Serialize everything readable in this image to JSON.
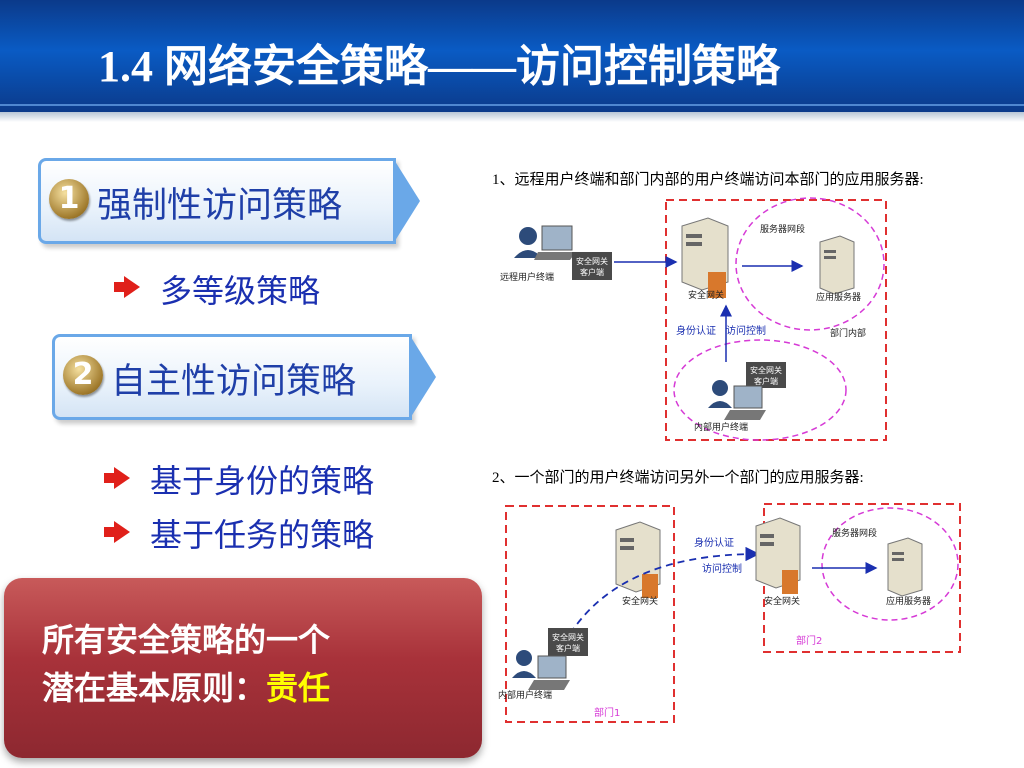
{
  "title": {
    "main": "1.4 网络安全策略——访问控制策略"
  },
  "strategies": [
    {
      "badge": "1",
      "label": "强制性访问策略",
      "items": [
        "多等级策略"
      ]
    },
    {
      "badge": "2",
      "label": "自主性访问策略",
      "items": [
        "基于身份的策略",
        "基于任务的策略"
      ]
    }
  ],
  "callout": {
    "line1": "所有安全策略的一个",
    "line2_prefix": "潜在基本原则：",
    "line2_highlight": "责任"
  },
  "diagram1": {
    "caption": "1、远程用户终端和部门内部的用户终端访问本部门的应用服务器:",
    "remote_user": "远程用户终端",
    "client_box_1": "安全网关",
    "client_box_2": "客户端",
    "gateway": "安全网关",
    "server_segment": "服务器网段",
    "app_server": "应用服务器",
    "auth": "身份认证",
    "access_control": "访问控制",
    "dept_inside": "部门内部",
    "internal_user": "内部用户终端"
  },
  "diagram2": {
    "caption": "2、一个部门的用户终端访问另外一个部门的应用服务器:",
    "auth": "身份认证",
    "access_control": "访问控制",
    "server_segment": "服务器网段",
    "gateway_left": "安全网关",
    "gateway_right": "安全网关",
    "app_server": "应用服务器",
    "dept2": "部门2",
    "client_box_1": "安全网关",
    "client_box_2": "客户端",
    "internal_user": "内部用户终端",
    "dept1": "部门1"
  },
  "colors": {
    "title_bar": "#0a4fb0",
    "strategy_text": "#1f3fa8",
    "item_text": "#1a2fb0",
    "bullet": "#e0201a",
    "callout_bg": "#a8323a",
    "highlight": "#ffff00",
    "dashed_red": "#e03030",
    "dashed_pink": "#d63ad6"
  }
}
